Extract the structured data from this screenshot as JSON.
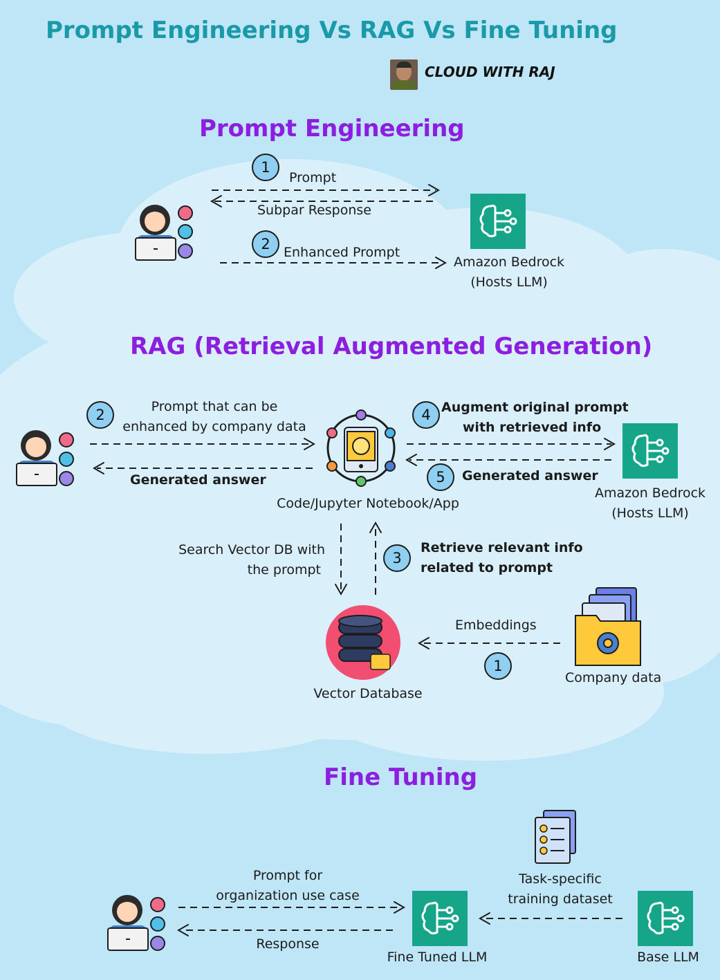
{
  "title": "Prompt Engineering Vs RAG Vs Fine Tuning",
  "brand": "CLOUD WITH RAJ",
  "colors": {
    "background": "#bfe6f6",
    "cloud": "#d9f0fb",
    "title": "#1a9aa8",
    "section_title": "#8c1ee0",
    "bedrock": "#17a589",
    "step_badge": "#8fd0f2"
  },
  "prompt_engineering": {
    "title": "Prompt Engineering",
    "step1": "1",
    "step2": "2",
    "prompt_label": "Prompt",
    "subpar_label": "Subpar Response",
    "enhanced_label": "Enhanced Prompt",
    "bedrock_line1": "Amazon Bedrock",
    "bedrock_line2": "(Hosts LLM)",
    "user_icon": "developer-laptop-icon",
    "llm_icon": "ai-brain-chip-icon"
  },
  "rag": {
    "title": "RAG (Retrieval Augmented Generation)",
    "prompt_line1": "Prompt that can be",
    "prompt_line2": "enhanced by company data",
    "augment_line1": "Augment original prompt",
    "augment_line2": "with retrieved info",
    "generated_answer_left": "Generated answer",
    "generated_answer_right": "Generated answer",
    "app_label": "Code/Jupyter Notebook/App",
    "bedrock_line1": "Amazon Bedrock",
    "bedrock_line2": "(Hosts LLM)",
    "search_line1": "Search Vector DB with",
    "search_line2": "the prompt",
    "retrieve_line1": "Retrieve relevant info",
    "retrieve_line2": "related to prompt",
    "embeddings": "Embeddings",
    "company_data": "Company data",
    "vector_db": "Vector Database",
    "steps": {
      "s1": "1",
      "s2": "2",
      "s3": "3",
      "s4": "4",
      "s5": "5"
    },
    "app_icon": "code-app-hub-icon",
    "db_icon": "database-icon",
    "folder_icon": "folder-gear-icon"
  },
  "fine_tuning": {
    "title": "Fine Tuning",
    "prompt_line1": "Prompt for",
    "prompt_line2": "organization use case",
    "response": "Response",
    "dataset_line1": "Task-specific",
    "dataset_line2": "training dataset",
    "fine_tuned": "Fine Tuned LLM",
    "base": "Base LLM",
    "dataset_icon": "checklist-document-icon"
  }
}
